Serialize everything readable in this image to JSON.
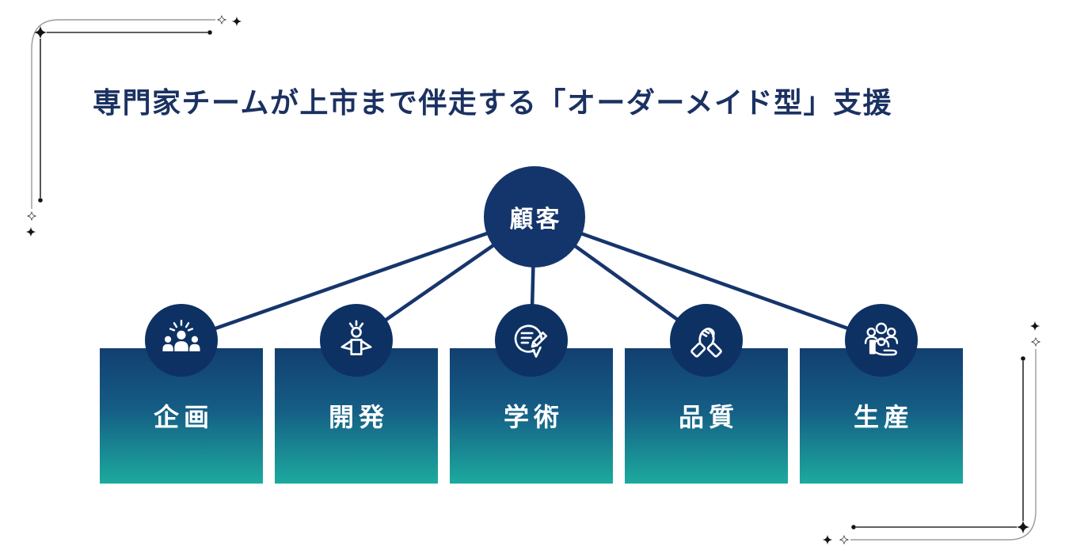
{
  "title": "専門家チームが上市まで伴走する「オーダーメイド型」支援",
  "center_node": {
    "label": "顧客"
  },
  "nodes": [
    {
      "label": "企画",
      "icon": "planning-team-icon"
    },
    {
      "label": "開発",
      "icon": "confident-person-icon"
    },
    {
      "label": "学術",
      "icon": "speech-bubble-pencil-icon"
    },
    {
      "label": "品質",
      "icon": "handshake-icon"
    },
    {
      "label": "生産",
      "icon": "people-in-hand-icon"
    }
  ],
  "colors": {
    "title_text": "#1B3161",
    "node_circle_navy": "#14356B",
    "icon_circle_navy": "#0E3164",
    "connector_navy": "#16356B",
    "box_gradient_top": "#123F70",
    "box_gradient_bottom": "#1CAA9E",
    "box_label_text": "#FFFFFF"
  }
}
